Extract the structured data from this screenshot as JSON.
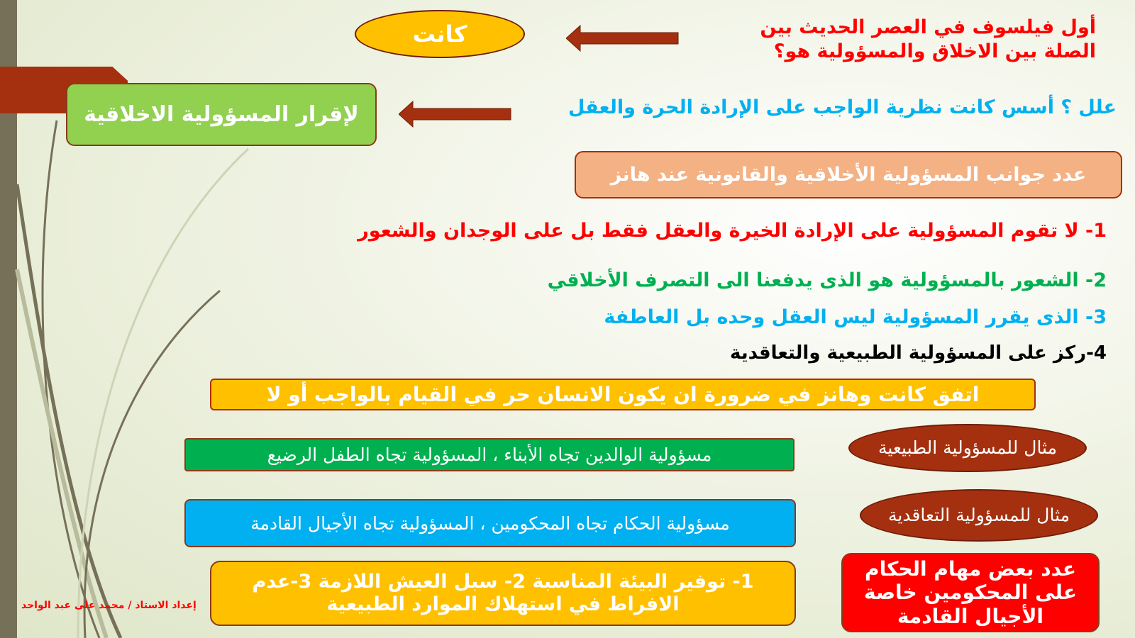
{
  "q1": {
    "question": "أول فيلسوف في العصر الحديث بين الصلة بين الاخلاق والمسؤولية هو؟",
    "answer": "كانت"
  },
  "q2": {
    "question": "علل ؟ أسس كانت نظرية الواجب على الإرادة الحرة والعقل",
    "answer": "لإقرار المسؤولية الاخلاقية"
  },
  "q3": {
    "heading": "عدد جوانب المسؤولية الأخلاقية والقانونية عند هانز",
    "items": [
      "1- لا تقوم المسؤولية على الإرادة الخيرة والعقل فقط بل على الوجدان والشعور",
      "2- الشعور بالمسؤولية هو الذى يدفعنا الى التصرف الأخلاقي",
      "3- الذى يقرر المسؤولية ليس العقل وحده بل العاطفة",
      "4-ركز على المسؤولية الطبيعية والتعاقدية"
    ]
  },
  "agreement": "اتفق كانت وهانز في ضرورة ان يكون الانسان حر في القيام بالواجب أو لا",
  "examples": [
    {
      "label": "مثال للمسؤولية الطبيعية",
      "text": "مسؤولية الوالدين تجاه الأبناء ، المسؤولية تجاه الطفل الرضيع"
    },
    {
      "label": "مثال للمسؤولية التعاقدية",
      "text": "مسؤولية الحكام تجاه المحكومين ، المسؤولية تجاه الأجيال القادمة"
    }
  ],
  "q4": {
    "question": "عدد بعض مهام الحكام على المحكومين خاصة الأجيال القادمة",
    "answer": "1- توفير البيئة المناسبة 2- سبل العيش اللازمة 3-عدم الافراط في استهلاك الموارد الطبيعية"
  },
  "footer": "إعداد الاستاذ / محمد على عبد الواحد",
  "colors": {
    "red": "#ff0000",
    "green": "#00b050",
    "blue": "#00b0f0",
    "orange": "#ffc000",
    "brown": "#a5300f"
  }
}
